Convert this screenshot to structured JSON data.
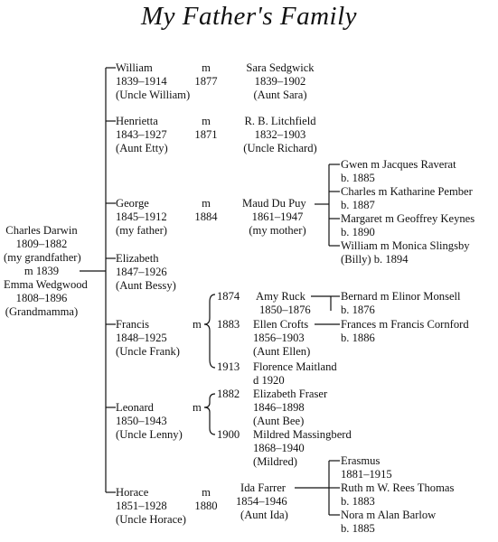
{
  "title": "My Father's Family",
  "root": {
    "name": "Charles Darwin",
    "dates": "1809–1882",
    "note": "(my grandfather)",
    "marriage": "m 1839",
    "spouse": "Emma Wedgwood",
    "spouse_dates": "1808–1896",
    "spouse_note": "(Grandmamma)"
  },
  "children": [
    {
      "name": "William",
      "dates": "1839–1914",
      "note": "(Uncle William)",
      "m": "m",
      "year": "1877",
      "spouse": "Sara Sedgwick",
      "spouse_dates": "1839–1902",
      "spouse_note": "(Aunt Sara)"
    },
    {
      "name": "Henrietta",
      "dates": "1843–1927",
      "note": "(Aunt Etty)",
      "m": "m",
      "year": "1871",
      "spouse": "R. B. Litchfield",
      "spouse_dates": "1832–1903",
      "spouse_note": "(Uncle Richard)"
    },
    {
      "name": "George",
      "dates": "1845–1912",
      "note": "(my father)",
      "m": "m",
      "year": "1884",
      "spouse": "Maud Du Puy",
      "spouse_dates": "1861–1947",
      "spouse_note": "(my mother)"
    },
    {
      "name": "Elizabeth",
      "dates": "1847–1926",
      "note": "(Aunt Bessy)"
    },
    {
      "name": "Francis",
      "dates": "1848–1925",
      "note": "(Uncle Frank)",
      "m": "m",
      "wives": [
        {
          "year": "1874",
          "name": "Amy Ruck",
          "dates": "1850–1876"
        },
        {
          "year": "1883",
          "name": "Ellen Crofts",
          "dates": "1856–1903",
          "note": "(Aunt Ellen)"
        },
        {
          "year": "1913",
          "name": "Florence Maitland",
          "dates": "d 1920"
        }
      ]
    },
    {
      "name": "Leonard",
      "dates": "1850–1943",
      "note": "(Uncle Lenny)",
      "m": "m",
      "wives": [
        {
          "year": "1882",
          "name": "Elizabeth Fraser",
          "dates": "1846–1898",
          "note": "(Aunt Bee)"
        },
        {
          "year": "1900",
          "name": "Mildred Massingberd",
          "dates": "1868–1940",
          "note": "(Mildred)"
        }
      ]
    },
    {
      "name": "Horace",
      "dates": "1851–1928",
      "note": "(Uncle Horace)",
      "m": "m",
      "year": "1880",
      "spouse": "Ida Farrer",
      "spouse_dates": "1854–1946",
      "spouse_note": "(Aunt Ida)"
    }
  ],
  "grandchildren": {
    "george": [
      {
        "line1": "Gwen m Jacques Raverat",
        "line2": "b. 1885"
      },
      {
        "line1": "Charles m Katharine Pember",
        "line2": "b. 1887"
      },
      {
        "line1": "Margaret m Geoffrey Keynes",
        "line2": "b. 1890"
      },
      {
        "line1": "William m Monica Slingsby",
        "line2": "(Billy) b. 1894"
      }
    ],
    "francis": [
      {
        "line1": "Bernard m Elinor Monsell",
        "line2": "b. 1876"
      },
      {
        "line1": "Frances m Francis Cornford",
        "line2": "b. 1886"
      }
    ],
    "horace": [
      {
        "line1": "Erasmus",
        "line2": "1881–1915"
      },
      {
        "line1": "Ruth m W. Rees Thomas",
        "line2": "b. 1883"
      },
      {
        "line1": "Nora m Alan Barlow",
        "line2": "b. 1885"
      }
    ]
  }
}
